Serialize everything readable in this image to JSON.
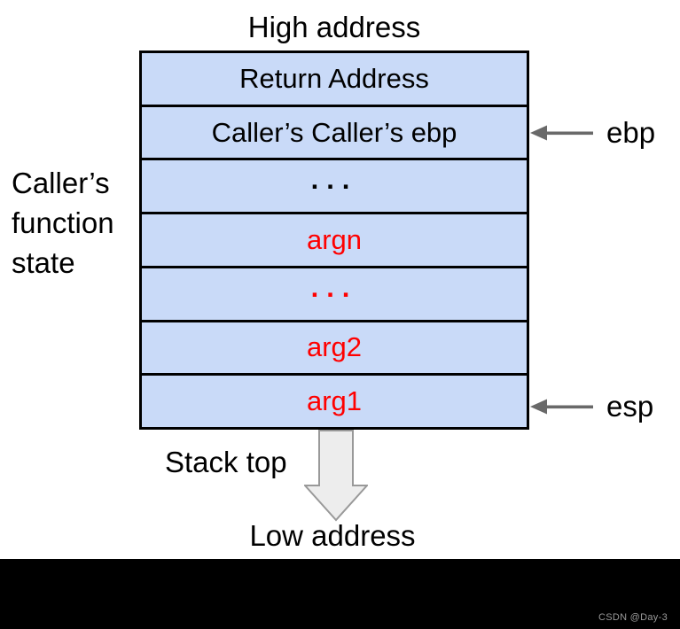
{
  "diagram": {
    "high_address_label": "High address",
    "low_address_label": "Low address",
    "stack_top_label": "Stack top",
    "left_label_lines": [
      "Caller’s",
      "function",
      "state"
    ],
    "rows": [
      {
        "label": "Return Address",
        "color": "black"
      },
      {
        "label": "Caller’s Caller’s ebp",
        "color": "black"
      },
      {
        "label": "...",
        "color": "black"
      },
      {
        "label": "argn",
        "color": "red"
      },
      {
        "label": "...",
        "color": "red"
      },
      {
        "label": "arg2",
        "color": "red"
      },
      {
        "label": "arg1",
        "color": "red"
      }
    ],
    "pointers": [
      {
        "label": "ebp",
        "points_to_row": "Caller’s Caller’s ebp"
      },
      {
        "label": "esp",
        "points_to_row": "arg1"
      }
    ],
    "colors": {
      "cell_fill": "#c9daf8",
      "cell_border": "#000000",
      "red_text": "#ff0000",
      "pointer_arrow_gray": "#696969",
      "down_arrow_fill": "#ededed",
      "down_arrow_stroke": "#999999",
      "background": "#ffffff",
      "footer_bar": "#000000"
    }
  },
  "footer": {
    "watermark": "CSDN @Day-3"
  }
}
